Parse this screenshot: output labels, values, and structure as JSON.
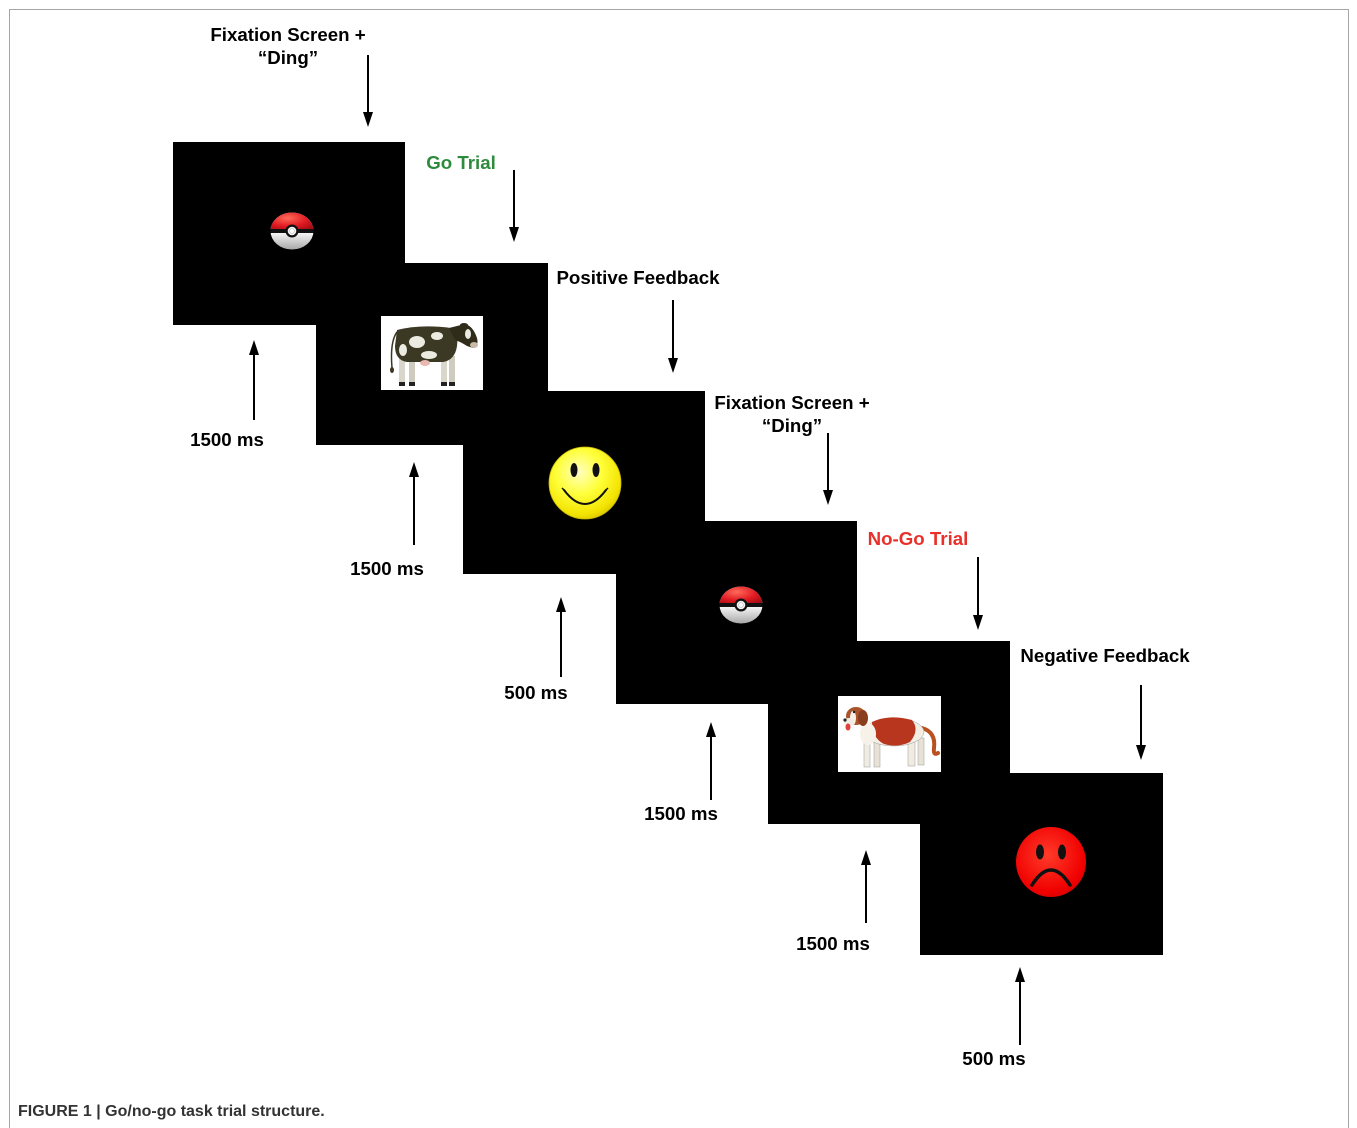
{
  "figure": {
    "caption": "FIGURE 1 | Go/no-go task trial structure.",
    "screen_color": "#000000",
    "border_color": "#a6a6a6"
  },
  "screens": [
    {
      "icon": "pokeball-icon",
      "label": [
        "Fixation Screen +",
        "“Ding”"
      ],
      "label_color": "#000000",
      "duration": "1500 ms"
    },
    {
      "icon": "cow-image",
      "label": [
        "Go Trial"
      ],
      "label_color": "#2e8b3d",
      "duration": "1500 ms"
    },
    {
      "icon": "smiley-face-icon",
      "label": [
        "Positive Feedback"
      ],
      "label_color": "#000000",
      "duration": "500 ms"
    },
    {
      "icon": "pokeball-icon",
      "label": [
        "Fixation Screen +",
        "“Ding”"
      ],
      "label_color": "#000000",
      "duration": "1500 ms"
    },
    {
      "icon": "dog-image",
      "label": [
        "No-Go Trial"
      ],
      "label_color": "#e8312a",
      "duration": "1500 ms"
    },
    {
      "icon": "sad-face-icon",
      "label": [
        "Negative Feedback"
      ],
      "label_color": "#000000",
      "duration": "500 ms"
    }
  ]
}
